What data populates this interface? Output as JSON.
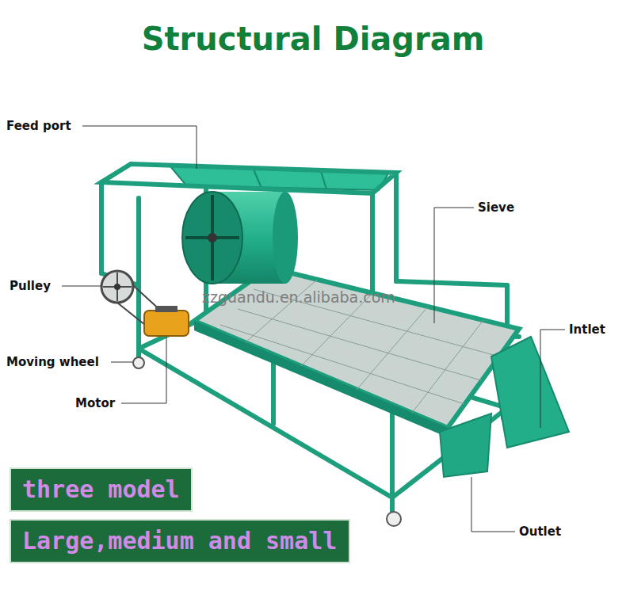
{
  "diagram": {
    "title": "Structural Diagram",
    "nodes": [
      {
        "text": [
          "three model"
        ]
      },
      {
        "text": [
          "Large,medium and small"
        ]
      }
    ],
    "labels": [
      "Feed port",
      "Sieve",
      "Pulley",
      "Intlet",
      "Moving wheel",
      "Motor",
      "Outlet",
      "zzguandu.en.alibaba.com"
    ]
  }
}
